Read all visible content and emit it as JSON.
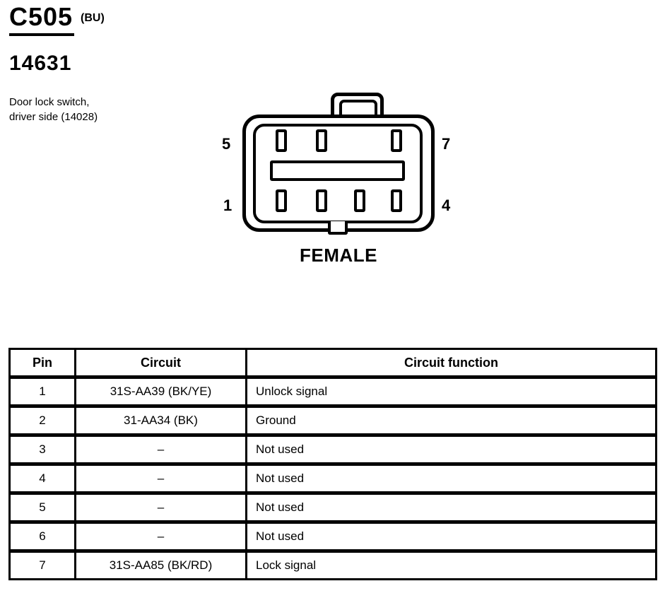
{
  "header": {
    "connector_id": "C505",
    "connector_suffix": "(BU)",
    "part_number": "14631",
    "description_line1": "Door lock switch,",
    "description_line2": "driver side (14028)"
  },
  "connector": {
    "gender_label": "FEMALE",
    "pin_position_labels": {
      "top_left": "5",
      "top_right": "7",
      "bottom_left": "1",
      "bottom_right": "4"
    }
  },
  "table": {
    "headers": [
      "Pin",
      "Circuit",
      "Circuit function"
    ],
    "rows": [
      {
        "pin": "1",
        "circuit": "31S-AA39 (BK/YE)",
        "function": "Unlock signal"
      },
      {
        "pin": "2",
        "circuit": "31-AA34 (BK)",
        "function": "Ground"
      },
      {
        "pin": "3",
        "circuit": "–",
        "function": "Not used"
      },
      {
        "pin": "4",
        "circuit": "–",
        "function": "Not used"
      },
      {
        "pin": "5",
        "circuit": "–",
        "function": "Not used"
      },
      {
        "pin": "6",
        "circuit": "–",
        "function": "Not used"
      },
      {
        "pin": "7",
        "circuit": "31S-AA85 (BK/RD)",
        "function": "Lock signal"
      }
    ]
  },
  "colors": {
    "ink": "#000000",
    "background": "#ffffff"
  }
}
